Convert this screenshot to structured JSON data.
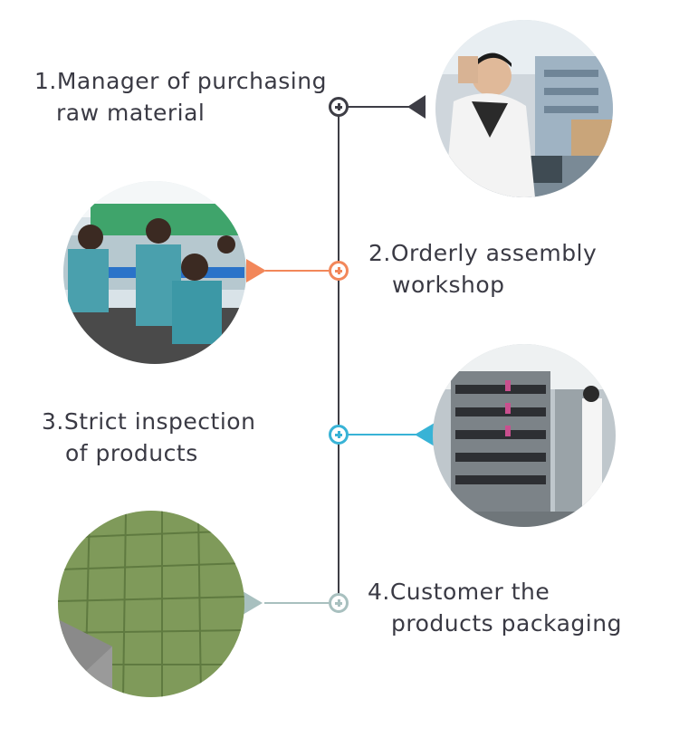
{
  "steps": [
    {
      "number": "1.",
      "lines": [
        "1.Manager of purchasing",
        "raw material"
      ],
      "accent": "#3d3d45",
      "photo_icon": "factory-worker-photo"
    },
    {
      "number": "2.",
      "lines": [
        "2.Orderly assembly",
        "workshop"
      ],
      "accent": "#f2875a",
      "photo_icon": "assembly-line-photo"
    },
    {
      "number": "3.",
      "lines": [
        "3.Strict inspection",
        "of products"
      ],
      "accent": "#38b3d6",
      "photo_icon": "testing-racks-photo"
    },
    {
      "number": "4.",
      "lines": [
        "4.Customer the",
        "products packaging"
      ],
      "accent": "#a8c0bf",
      "photo_icon": "packaging-boxes-photo"
    }
  ]
}
